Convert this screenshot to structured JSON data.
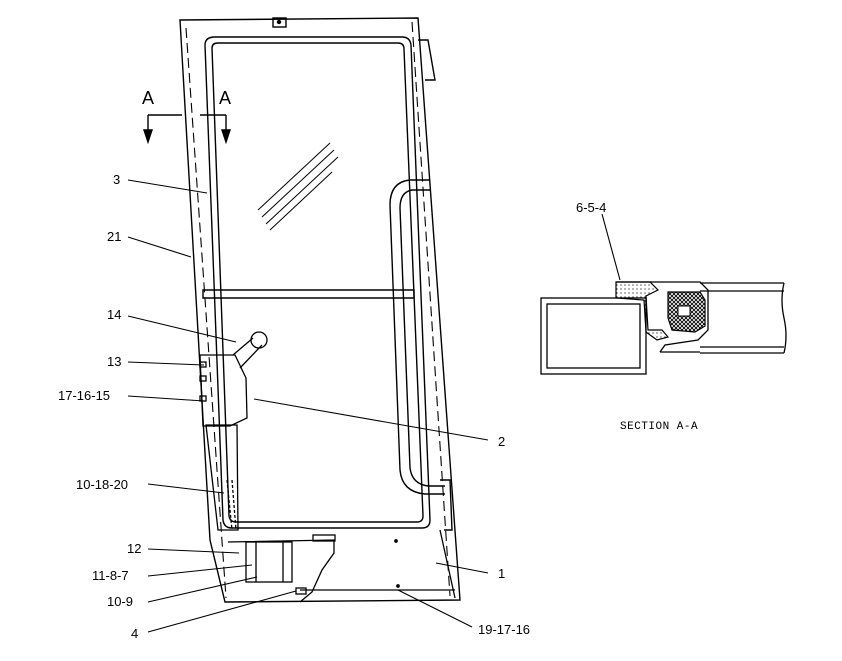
{
  "diagram": {
    "view_marker": "A",
    "section_title": "SECTION A-A",
    "section_callout": "6-5-4",
    "callouts": {
      "c3": "3",
      "c21": "21",
      "c14": "14",
      "c13": "13",
      "c17_16_15": "17-16-15",
      "c2": "2",
      "c10_18_20": "10-18-20",
      "c12": "12",
      "c11_8_7": "11-8-7",
      "c1": "1",
      "c10_9": "10-9",
      "c4": "4",
      "c19_17_16": "19-17-16"
    }
  }
}
